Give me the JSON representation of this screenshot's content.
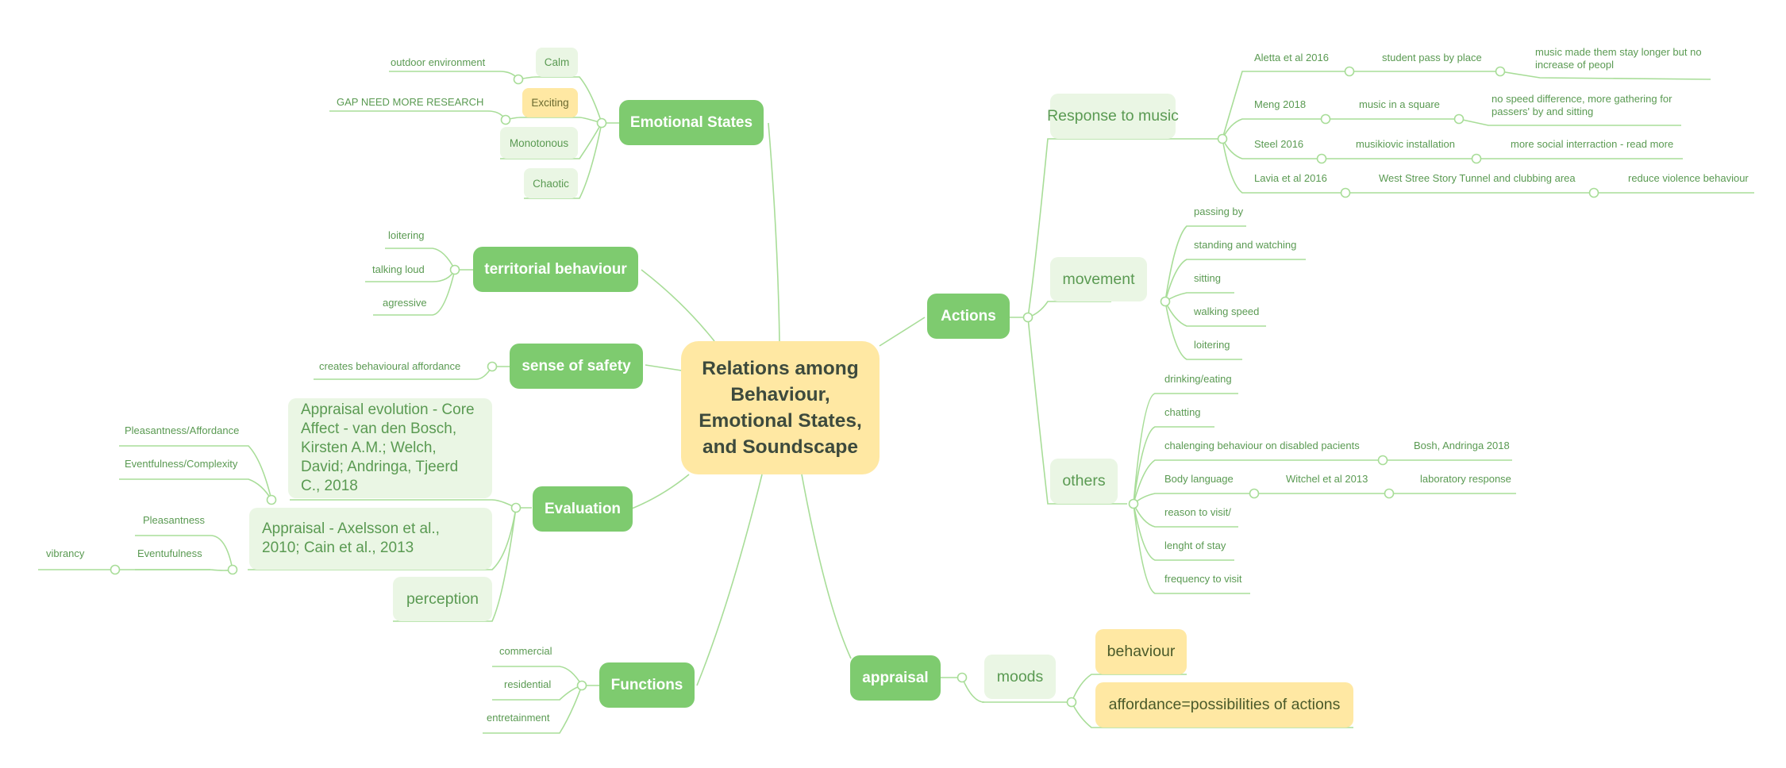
{
  "root": "Relations among Behaviour, Emotional States, and Soundscape",
  "emotional_states": {
    "title": "Emotional States",
    "items": [
      "Calm",
      "Exciting",
      "Monotonous",
      "Chaotic"
    ],
    "calm_note": "outdoor environment",
    "exciting_note": "GAP NEED MORE RESEARCH"
  },
  "territorial": {
    "title": "territorial behaviour",
    "items": [
      "loitering",
      "talking loud",
      "agressive"
    ]
  },
  "safety": {
    "title": "sense of safety",
    "items": [
      "creates behavioural affordance"
    ]
  },
  "evaluation": {
    "title": "Evaluation",
    "appraisal_evolution": "Appraisal evolution - Core Affect - van den Bosch, Kirsten A.M.; Welch, David; Andringa, Tjeerd C., 2018",
    "evolution_items": [
      "Pleasantness/Affordance",
      "Eventfulness/Complexity"
    ],
    "axelsson": "Appraisal - Axelsson et al., 2010; Cain et al., 2013",
    "axelsson_items": [
      "Pleasantness",
      "Eventufulness"
    ],
    "eventfulness_child": "vibrancy",
    "perception": "perception"
  },
  "functions": {
    "title": "Functions",
    "items": [
      "commercial",
      "residential",
      "entretainment"
    ]
  },
  "appraisal": {
    "title": "appraisal",
    "moods": "moods",
    "items": [
      "behaviour",
      "affordance=possibilities of actions"
    ]
  },
  "actions": {
    "title": "Actions",
    "response_title": "Response to  music",
    "response": [
      {
        "author": "Aletta et al 2016",
        "context": "student pass by place",
        "result": "music made them stay longer but no increase of peopl"
      },
      {
        "author": "Meng 2018",
        "context": "music in a square",
        "result": "no speed difference, more gathering for passers' by and sitting"
      },
      {
        "author": "Steel 2016",
        "context": "musikiovic installation",
        "result": "more social interraction - read more"
      },
      {
        "author": "Lavia et al 2016",
        "context": "West Stree Story Tunnel and clubbing area",
        "result": "reduce violence behaviour"
      }
    ],
    "movement_title": "movement",
    "movement": [
      "passing by",
      "standing and watching",
      "sitting",
      "walking speed",
      "loitering"
    ],
    "others_title": "others",
    "others": [
      "drinking/eating",
      "chatting",
      "chalenging behaviour on disabled pacients",
      "Body language",
      "reason to visit/",
      "lenght of stay",
      "frequency to visit"
    ],
    "others_chalenging_ref": "Bosh, Andringa 2018",
    "others_body_ref": "Witchel et al 2013",
    "others_body_result": "laboratory response"
  },
  "colors": {
    "main_node": "#7ecb6f",
    "sub_node": "#eaf6e4",
    "highlight": "#ffe8a3",
    "line": "#a8dd98",
    "leaf_text": "#5a9a52"
  }
}
